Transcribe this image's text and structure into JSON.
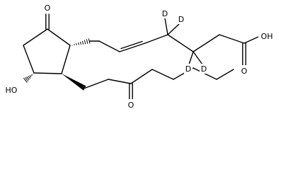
{
  "molecule": {
    "atom_labels": {
      "ring_ketone_oxygen": "O",
      "side_chain_ketone_oxygen": "O",
      "hydroxyl": "HO",
      "carboxylic_acid_hydroxyl": "OH",
      "acid_carbonyl_oxygen": "O",
      "deuterium_c4_up": "D",
      "deuterium_c4_right": "D",
      "deuterium_c3_down": "D",
      "deuterium_c3_right": "D"
    }
  }
}
